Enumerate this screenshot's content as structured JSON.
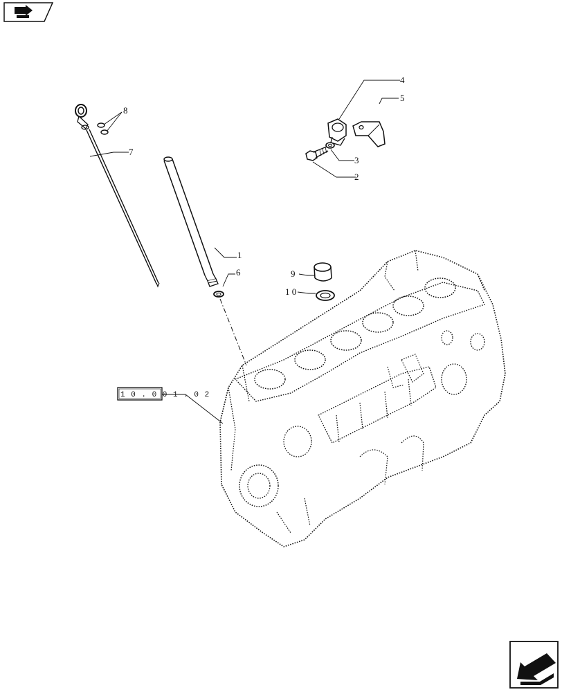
{
  "callouts": [
    {
      "id": "1",
      "label": "1"
    },
    {
      "id": "2",
      "label": "2"
    },
    {
      "id": "3",
      "label": "3"
    },
    {
      "id": "4",
      "label": "4"
    },
    {
      "id": "5",
      "label": "5"
    },
    {
      "id": "6",
      "label": "6"
    },
    {
      "id": "7",
      "label": "7"
    },
    {
      "id": "8",
      "label": "8"
    },
    {
      "id": "9",
      "label": "9"
    },
    {
      "id": "10",
      "label": "1 0"
    }
  ],
  "reference": {
    "label": "1 0 . 0 0 1 . 0 2"
  },
  "icons": {
    "top_left": "arrow-right-tab-icon",
    "bottom_right": "arrow-left-box-icon"
  }
}
